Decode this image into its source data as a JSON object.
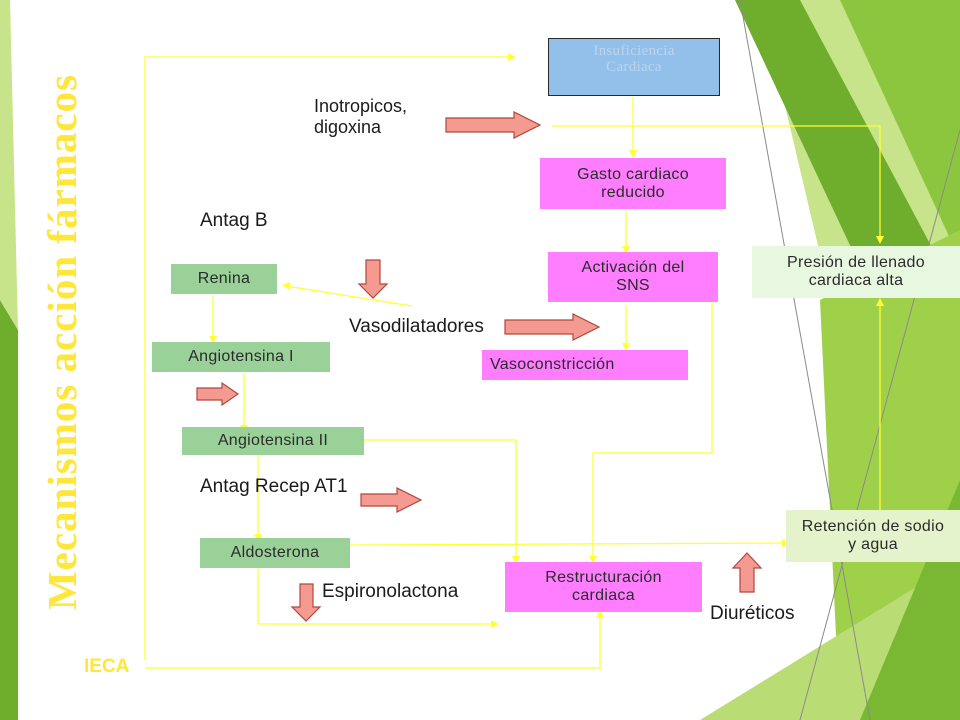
{
  "title": "Mecanismos  acción  fármacos",
  "nodes": {
    "insuficiencia": "Insuficiencia Cardiaca",
    "gasto": "Gasto cardiaco reducido",
    "sns": "Activación del SNS",
    "vasoconstriccion": "Vasoconstricción",
    "presion": "Presión de llenado cardiaca alta",
    "retencion": "Retención de sodio y agua",
    "restructuracion": "Restructuración cardiaca",
    "renina": "Renina",
    "angiotensina1": "Angiotensina I",
    "angiotensina2": "Angiotensina II",
    "aldosterona": "Aldosterona"
  },
  "drugs": {
    "inotropicos_line1": "Inotropicos,",
    "inotropicos_line2": "digoxina",
    "antag_b": "Antag B",
    "vasodilatadores": "Vasodilatadores",
    "antag_recep": "Antag Recep AT1",
    "espironolactona": "Espironolactona",
    "diureticos": "Diuréticos",
    "ieca": "IECA"
  },
  "colors": {
    "process_node": "#ff7dff",
    "raas_node": "#99d199",
    "heart_failure_node": "#93c0ea",
    "connector": "#ffff33",
    "drug_arrow_fill": "#f59a90",
    "drug_arrow_stroke": "#b0483c",
    "title": "#ffe63a"
  }
}
